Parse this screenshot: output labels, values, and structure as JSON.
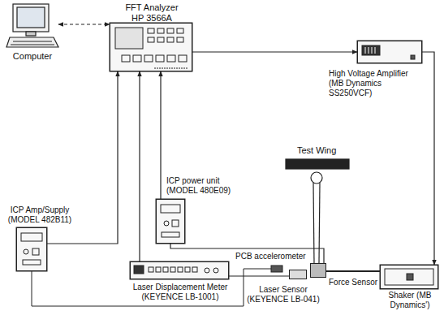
{
  "diagram": {
    "nodes": [
      {
        "text": [
          "Computer"
        ]
      },
      {
        "text": [
          "FFT Analyzer HP 3566A"
        ]
      },
      {
        "text": [
          "High Voltage Amplifier (MB Dynamics SS250VCF)"
        ]
      },
      {
        "text": [
          "ICP Amp/Supply (MODEL 482B11)"
        ]
      },
      {
        "text": [
          "ICP power unit (MODEL 480E09)"
        ]
      },
      {
        "text": [
          "Laser Displacement Meter (KEYENCE LB-1001)"
        ]
      },
      {
        "text": [
          "Laser Sensor (KEYENCE LB-041)"
        ]
      },
      {
        "text": [
          "Force Sensor"
        ]
      },
      {
        "text": [
          "Shaker (MB Dynamics')"
        ]
      }
    ],
    "edges": [
      {
        "from": 0,
        "to": 1,
        "arrow": "both"
      },
      {
        "from": 1,
        "to": 2,
        "arrow": "to"
      },
      {
        "from": 2,
        "to": 8,
        "arrow": "to"
      },
      {
        "from": 3,
        "to": 1,
        "arrow": "to"
      },
      {
        "from": 5,
        "to": 1,
        "arrow": "to"
      },
      {
        "from": 4,
        "to": 1,
        "arrow": "to"
      },
      {
        "from": 7,
        "to": 4,
        "arrow": "none"
      },
      {
        "from": 6,
        "to": 5,
        "arrow": "none"
      }
    ],
    "labels": [
      "Test Wing",
      "PCB accelerometer"
    ]
  }
}
